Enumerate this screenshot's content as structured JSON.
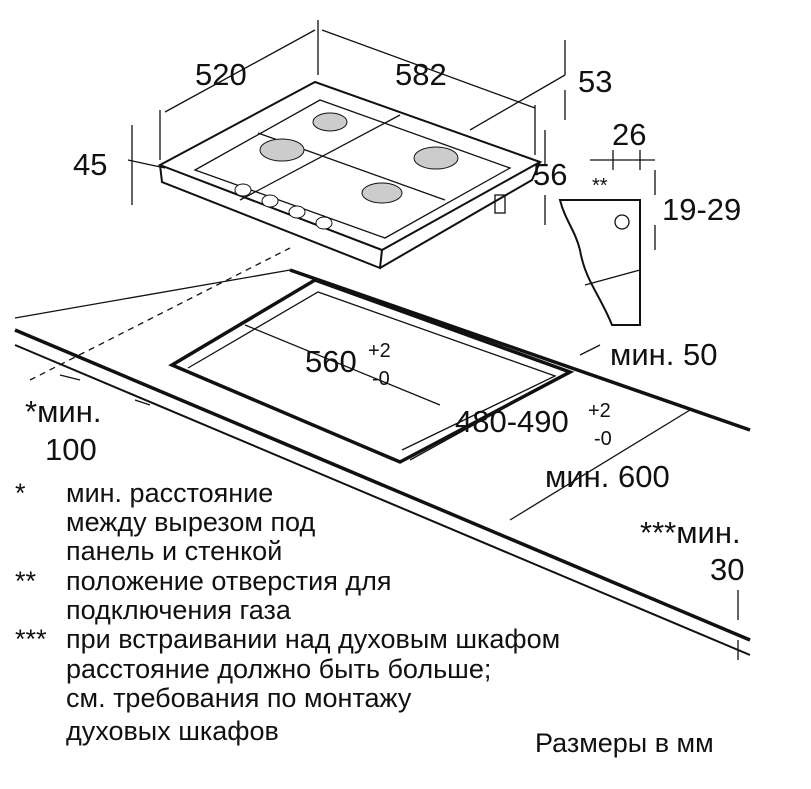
{
  "dimensions": {
    "hob_depth": "520",
    "hob_width": "582",
    "gas_offset_top": "53",
    "hob_height": "45",
    "gas_offset_side": "56",
    "gas_marker": "**",
    "bracket_width": "26",
    "worktop_thickness": "19-29",
    "cutout_width": "560",
    "cutout_width_tol_plus": "+2",
    "cutout_width_tol_minus": "-0",
    "cutout_depth": "480-490",
    "cutout_depth_tol_plus": "+2",
    "cutout_depth_tol_minus": "-0",
    "min_back": "мин. 50",
    "min_side_label": "*мин.",
    "min_side_value": "100",
    "min_depth": "мин. 600",
    "min_oven_label": "***мин.",
    "min_oven_value": "30"
  },
  "notes": [
    {
      "marker": "*",
      "lines": [
        "мин. расстояние",
        "между вырезом под",
        "панель и стенкой"
      ]
    },
    {
      "marker": "**",
      "lines": [
        "положение отверстия для",
        "подключения газа"
      ]
    },
    {
      "marker": "***",
      "lines": [
        "при встраивании над духовым шкафом",
        "расстояние должно быть больше;",
        "см. требования по монтажу",
        "духовых шкафов"
      ]
    }
  ],
  "units_caption": "Размеры в мм"
}
